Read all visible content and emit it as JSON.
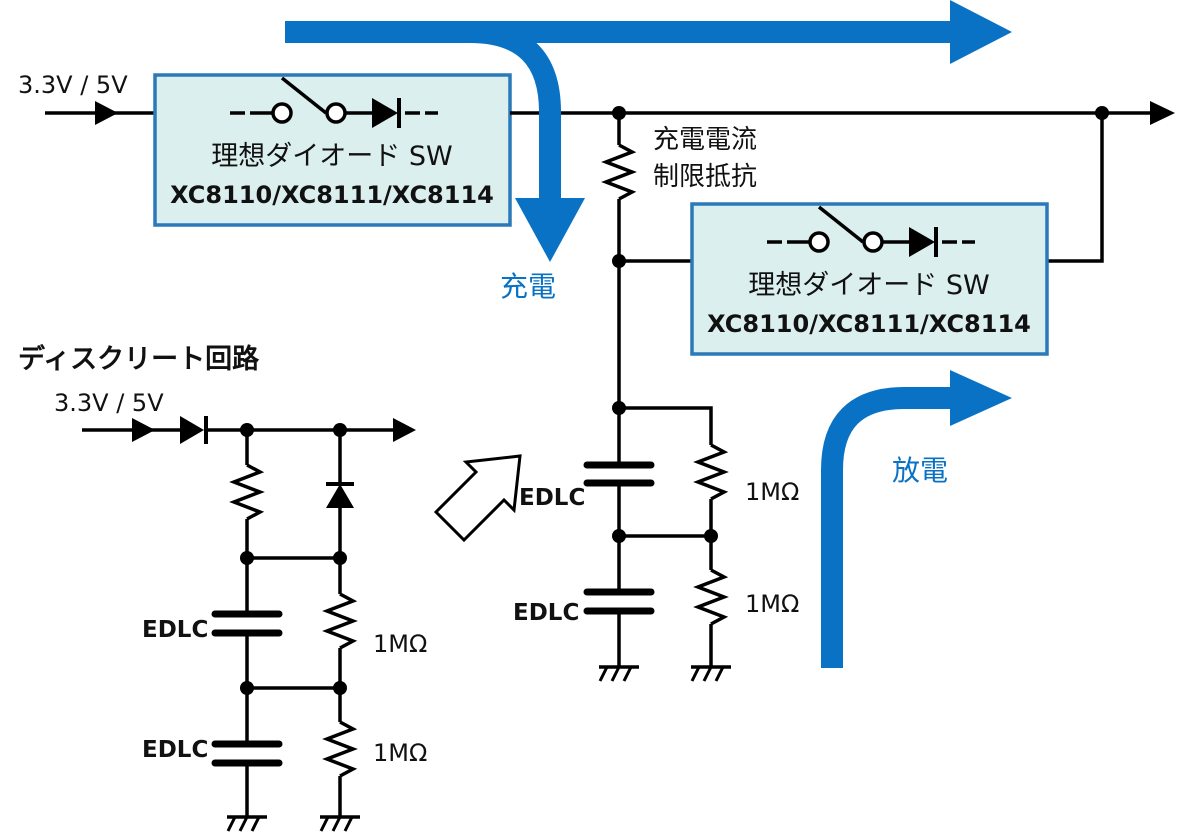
{
  "main_circuit": {
    "input_label": "3.3V / 5V",
    "sw1": {
      "title": "理想ダイオード SW",
      "part": "XC8110/XC8111/XC8114"
    },
    "sw2": {
      "title": "理想ダイオード SW",
      "part": "XC8110/XC8111/XC8114"
    },
    "resistor_label_line1": "充電電流",
    "resistor_label_line2": "制限抵抗",
    "edlc_top": "EDLC",
    "edlc_bottom": "EDLC",
    "r_top": "1MΩ",
    "r_bottom": "1MΩ"
  },
  "flow": {
    "charge": "充電",
    "discharge": "放電",
    "color": "#0a72c4"
  },
  "discrete": {
    "title": "ディスクリート回路",
    "input_label": "3.3V / 5V",
    "edlc_top": "EDLC",
    "edlc_bottom": "EDLC",
    "r_top": "1MΩ",
    "r_bottom": "1MΩ"
  }
}
